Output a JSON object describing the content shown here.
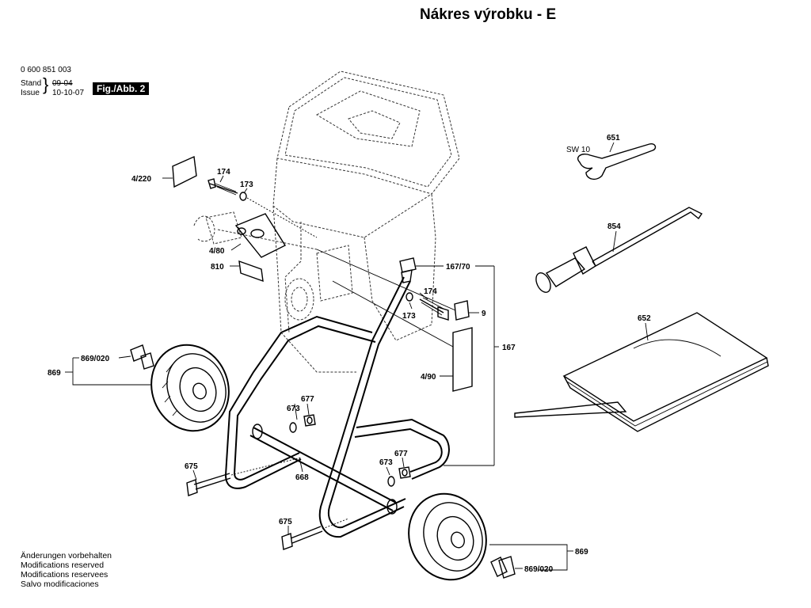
{
  "header": {
    "title": "Nákres výrobku - E"
  },
  "meta": {
    "part_number": "0 600 851 003",
    "stand_label": "Stand",
    "issue_label": "Issue",
    "stand_value_struck": "09-04",
    "issue_value": "10-10-07",
    "figure": "Fig./Abb. 2"
  },
  "labels": {
    "p651": "651",
    "sw10": "SW 10",
    "p854": "854",
    "p652": "652",
    "p4_220": "4/220",
    "p174a": "174",
    "p173a": "173",
    "p4_80": "4/80",
    "p810": "810",
    "p167_70": "167/70",
    "p174b": "174",
    "p173b": "173",
    "p9": "9",
    "p167": "167",
    "p4_90": "4/90",
    "p869_020a": "869/020",
    "p869a": "869",
    "p677a": "677",
    "p673a": "673",
    "p677b": "677",
    "p673b": "673",
    "p675a": "675",
    "p668": "668",
    "p675b": "675",
    "p869b": "869",
    "p869_020b": "869/020"
  },
  "footer": {
    "lines": [
      "Änderungen vorbehalten",
      "Modifications reserved",
      "Modifications reservees",
      "Salvo modificaciones"
    ]
  }
}
